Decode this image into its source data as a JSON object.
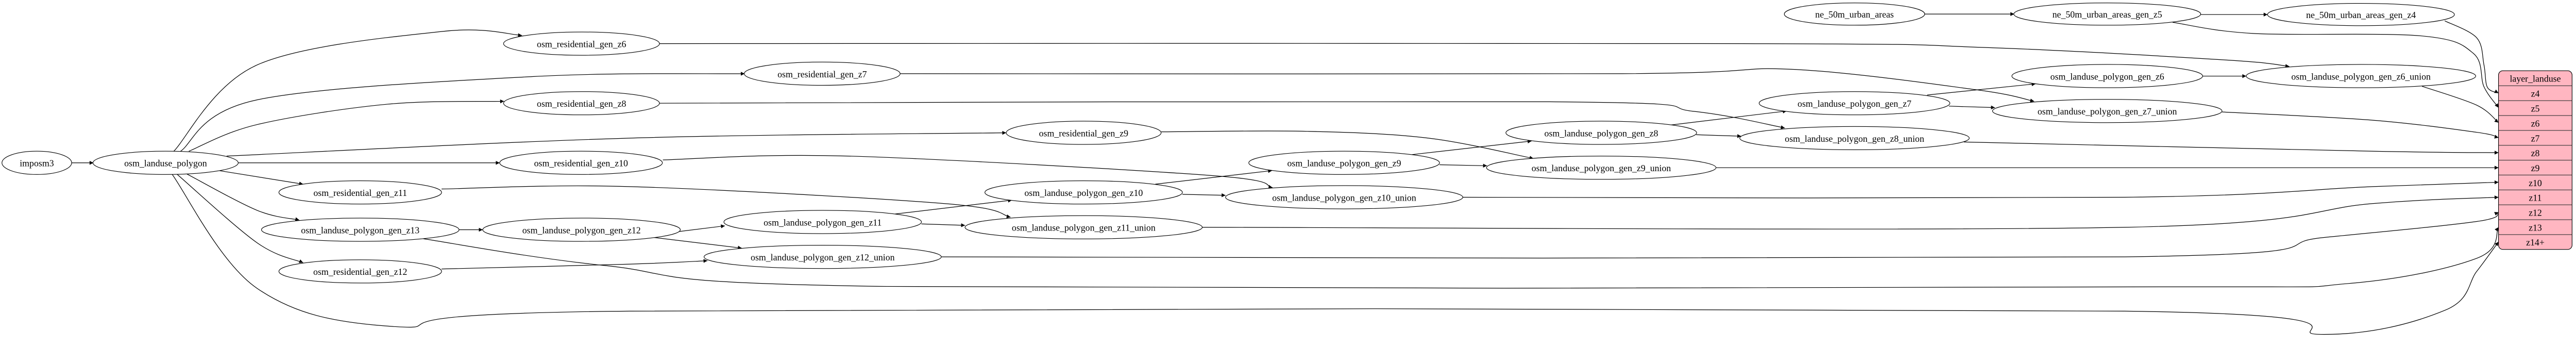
{
  "nodes": [
    {
      "id": "imposm3",
      "label": "imposm3"
    },
    {
      "id": "osm_landuse_polygon",
      "label": "osm_landuse_polygon"
    },
    {
      "id": "osm_residential_gen_z6",
      "label": "osm_residential_gen_z6"
    },
    {
      "id": "osm_residential_gen_z7",
      "label": "osm_residential_gen_z7"
    },
    {
      "id": "osm_residential_gen_z8",
      "label": "osm_residential_gen_z8"
    },
    {
      "id": "osm_residential_gen_z9",
      "label": "osm_residential_gen_z9"
    },
    {
      "id": "osm_residential_gen_z10",
      "label": "osm_residential_gen_z10"
    },
    {
      "id": "osm_residential_gen_z11",
      "label": "osm_residential_gen_z11"
    },
    {
      "id": "osm_landuse_polygon_gen_z13",
      "label": "osm_landuse_polygon_gen_z13"
    },
    {
      "id": "osm_residential_gen_z12",
      "label": "osm_residential_gen_z12"
    },
    {
      "id": "osm_landuse_polygon_gen_z12",
      "label": "osm_landuse_polygon_gen_z12"
    },
    {
      "id": "osm_landuse_polygon_gen_z11",
      "label": "osm_landuse_polygon_gen_z11"
    },
    {
      "id": "osm_landuse_polygon_gen_z12_union",
      "label": "osm_landuse_polygon_gen_z12_union"
    },
    {
      "id": "osm_landuse_polygon_gen_z10",
      "label": "osm_landuse_polygon_gen_z10"
    },
    {
      "id": "osm_landuse_polygon_gen_z11_union",
      "label": "osm_landuse_polygon_gen_z11_union"
    },
    {
      "id": "osm_landuse_polygon_gen_z10_union",
      "label": "osm_landuse_polygon_gen_z10_union"
    },
    {
      "id": "osm_landuse_polygon_gen_z9",
      "label": "osm_landuse_polygon_gen_z9"
    },
    {
      "id": "osm_landuse_polygon_gen_z9_union",
      "label": "osm_landuse_polygon_gen_z9_union"
    },
    {
      "id": "osm_landuse_polygon_gen_z8",
      "label": "osm_landuse_polygon_gen_z8"
    },
    {
      "id": "osm_landuse_polygon_gen_z8_union",
      "label": "osm_landuse_polygon_gen_z8_union"
    },
    {
      "id": "osm_landuse_polygon_gen_z7",
      "label": "osm_landuse_polygon_gen_z7"
    },
    {
      "id": "osm_landuse_polygon_gen_z7_union",
      "label": "osm_landuse_polygon_gen_z7_union"
    },
    {
      "id": "osm_landuse_polygon_gen_z6",
      "label": "osm_landuse_polygon_gen_z6"
    },
    {
      "id": "osm_landuse_polygon_gen_z6_union",
      "label": "osm_landuse_polygon_gen_z6_union"
    },
    {
      "id": "ne_50m_urban_areas",
      "label": "ne_50m_urban_areas"
    },
    {
      "id": "ne_50m_urban_areas_gen_z5",
      "label": "ne_50m_urban_areas_gen_z5"
    },
    {
      "id": "ne_50m_urban_areas_gen_z4",
      "label": "ne_50m_urban_areas_gen_z4"
    }
  ],
  "record": {
    "id": "layer_landuse",
    "title": "layer_landuse",
    "fields": [
      "z4",
      "z5",
      "z6",
      "z7",
      "z8",
      "z9",
      "z10",
      "z11",
      "z12",
      "z13",
      "z14+"
    ],
    "fill": "#ffb6c1"
  },
  "edges": [
    {
      "from": "imposm3",
      "to": "osm_landuse_polygon"
    },
    {
      "from": "osm_landuse_polygon",
      "to": "osm_residential_gen_z6"
    },
    {
      "from": "osm_landuse_polygon",
      "to": "osm_residential_gen_z7"
    },
    {
      "from": "osm_landuse_polygon",
      "to": "osm_residential_gen_z8"
    },
    {
      "from": "osm_landuse_polygon",
      "to": "osm_residential_gen_z9"
    },
    {
      "from": "osm_landuse_polygon",
      "to": "osm_residential_gen_z10"
    },
    {
      "from": "osm_landuse_polygon",
      "to": "osm_residential_gen_z11"
    },
    {
      "from": "osm_landuse_polygon",
      "to": "osm_landuse_polygon_gen_z13"
    },
    {
      "from": "osm_landuse_polygon",
      "to": "osm_residential_gen_z12"
    },
    {
      "from": "osm_landuse_polygon",
      "to": "layer_landuse:z14+"
    },
    {
      "from": "osm_residential_gen_z6",
      "to": "osm_landuse_polygon_gen_z6_union"
    },
    {
      "from": "osm_residential_gen_z7",
      "to": "osm_landuse_polygon_gen_z7_union"
    },
    {
      "from": "osm_residential_gen_z8",
      "to": "osm_landuse_polygon_gen_z8_union"
    },
    {
      "from": "osm_residential_gen_z9",
      "to": "osm_landuse_polygon_gen_z9_union"
    },
    {
      "from": "osm_residential_gen_z10",
      "to": "osm_landuse_polygon_gen_z10_union"
    },
    {
      "from": "osm_residential_gen_z11",
      "to": "osm_landuse_polygon_gen_z11_union"
    },
    {
      "from": "osm_residential_gen_z12",
      "to": "osm_landuse_polygon_gen_z12_union"
    },
    {
      "from": "osm_landuse_polygon_gen_z13",
      "to": "osm_landuse_polygon_gen_z12"
    },
    {
      "from": "osm_landuse_polygon_gen_z13",
      "to": "layer_landuse:z13"
    },
    {
      "from": "osm_landuse_polygon_gen_z12",
      "to": "osm_landuse_polygon_gen_z11"
    },
    {
      "from": "osm_landuse_polygon_gen_z12",
      "to": "osm_landuse_polygon_gen_z12_union"
    },
    {
      "from": "osm_landuse_polygon_gen_z11",
      "to": "osm_landuse_polygon_gen_z10"
    },
    {
      "from": "osm_landuse_polygon_gen_z11",
      "to": "osm_landuse_polygon_gen_z11_union"
    },
    {
      "from": "osm_landuse_polygon_gen_z10",
      "to": "osm_landuse_polygon_gen_z9"
    },
    {
      "from": "osm_landuse_polygon_gen_z10",
      "to": "osm_landuse_polygon_gen_z10_union"
    },
    {
      "from": "osm_landuse_polygon_gen_z9",
      "to": "osm_landuse_polygon_gen_z8"
    },
    {
      "from": "osm_landuse_polygon_gen_z9",
      "to": "osm_landuse_polygon_gen_z9_union"
    },
    {
      "from": "osm_landuse_polygon_gen_z8",
      "to": "osm_landuse_polygon_gen_z7"
    },
    {
      "from": "osm_landuse_polygon_gen_z8",
      "to": "osm_landuse_polygon_gen_z8_union"
    },
    {
      "from": "osm_landuse_polygon_gen_z7",
      "to": "osm_landuse_polygon_gen_z6"
    },
    {
      "from": "osm_landuse_polygon_gen_z7",
      "to": "osm_landuse_polygon_gen_z7_union"
    },
    {
      "from": "osm_landuse_polygon_gen_z6",
      "to": "osm_landuse_polygon_gen_z6_union"
    },
    {
      "from": "ne_50m_urban_areas",
      "to": "ne_50m_urban_areas_gen_z5"
    },
    {
      "from": "ne_50m_urban_areas_gen_z5",
      "to": "ne_50m_urban_areas_gen_z4"
    },
    {
      "from": "ne_50m_urban_areas_gen_z5",
      "to": "layer_landuse:z5"
    },
    {
      "from": "ne_50m_urban_areas_gen_z4",
      "to": "layer_landuse:z4"
    },
    {
      "from": "osm_landuse_polygon_gen_z6_union",
      "to": "layer_landuse:z6"
    },
    {
      "from": "osm_landuse_polygon_gen_z7_union",
      "to": "layer_landuse:z7"
    },
    {
      "from": "osm_landuse_polygon_gen_z8_union",
      "to": "layer_landuse:z8"
    },
    {
      "from": "osm_landuse_polygon_gen_z9_union",
      "to": "layer_landuse:z9"
    },
    {
      "from": "osm_landuse_polygon_gen_z10_union",
      "to": "layer_landuse:z10"
    },
    {
      "from": "osm_landuse_polygon_gen_z11_union",
      "to": "layer_landuse:z11"
    },
    {
      "from": "osm_landuse_polygon_gen_z12_union",
      "to": "layer_landuse:z12"
    }
  ]
}
